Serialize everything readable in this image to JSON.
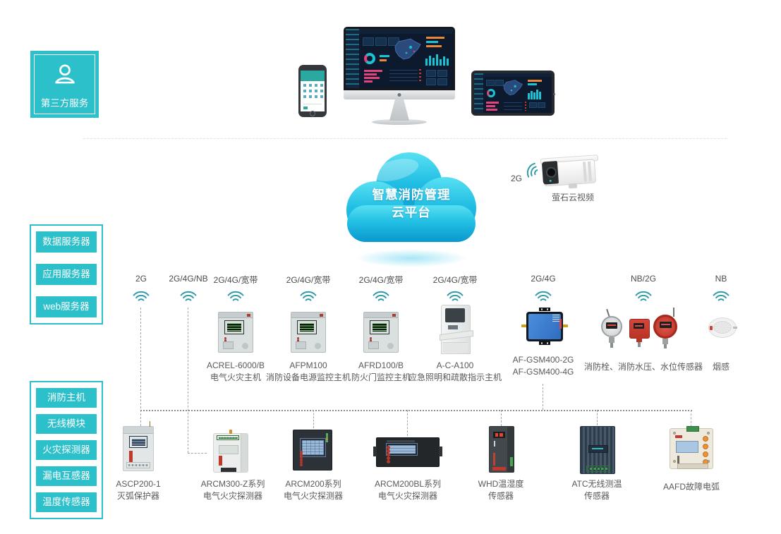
{
  "colors": {
    "teal": "#2cc0cb",
    "cloud_top": "#55dff2",
    "cloud_bottom": "#0a96cc",
    "caption_text": "#57595b",
    "line_gray": "#8d9194",
    "dash_accent_teal": "#1ac3d4",
    "dash_accent_pink": "#e0447a",
    "dash_accent_orange": "#e8883a"
  },
  "icons": {
    "person": "person-icon",
    "wifi": "wifi-signal-icon",
    "cloud": "cloud-icon"
  },
  "third_party": {
    "label": "第三方服务"
  },
  "cloud": {
    "line1": "智慧消防管理",
    "line2": "云平台"
  },
  "camera": {
    "signal": "2G",
    "label": "萤石云视频"
  },
  "server_stack_top": [
    "数据服务器",
    "应用服务器",
    "web服务器"
  ],
  "server_stack_bottom": [
    "消防主机",
    "无线模块",
    "火灾探测器",
    "漏电互感器",
    "温度传感器"
  ],
  "middle_row": [
    {
      "signal": "2G"
    },
    {
      "signal": "2G/4G/NB"
    },
    {
      "signal": "2G/4G/宽带",
      "caption1": "ACREL-6000/B",
      "caption2": "电气火灾主机"
    },
    {
      "signal": "2G/4G/宽带",
      "caption1": "AFPM100",
      "caption2": "消防设备电源监控主机"
    },
    {
      "signal": "2G/4G/宽带",
      "caption1": "AFRD100/B",
      "caption2": "防火门监控主机"
    },
    {
      "signal": "2G/4G/宽带",
      "caption1": "A-C-A100",
      "caption2": "应急照明和疏散指示主机"
    },
    {
      "signal": "2G/4G",
      "caption1": "AF-GSM400-2G",
      "caption2": "AF-GSM400-4G"
    },
    {
      "signal": "NB/2G",
      "caption1": "消防栓、消防水压、水位传感器"
    },
    {
      "signal": "NB",
      "caption1": "烟感"
    }
  ],
  "bottom_row": [
    {
      "caption1": "ASCP200-1",
      "caption2": "灭弧保护器"
    },
    {
      "caption1": "ARCM300-Z系列",
      "caption2": "电气火灾探测器"
    },
    {
      "caption1": "ARCM200系列",
      "caption2": "电气火灾探测器"
    },
    {
      "caption1": "ARCM200BL系列",
      "caption2": "电气火灾探测器"
    },
    {
      "caption1": "WHD温湿度",
      "caption2": "传感器"
    },
    {
      "caption1": "ATC无线测温",
      "caption2": "传感器"
    },
    {
      "caption1": "AAFD故障电弧"
    }
  ]
}
